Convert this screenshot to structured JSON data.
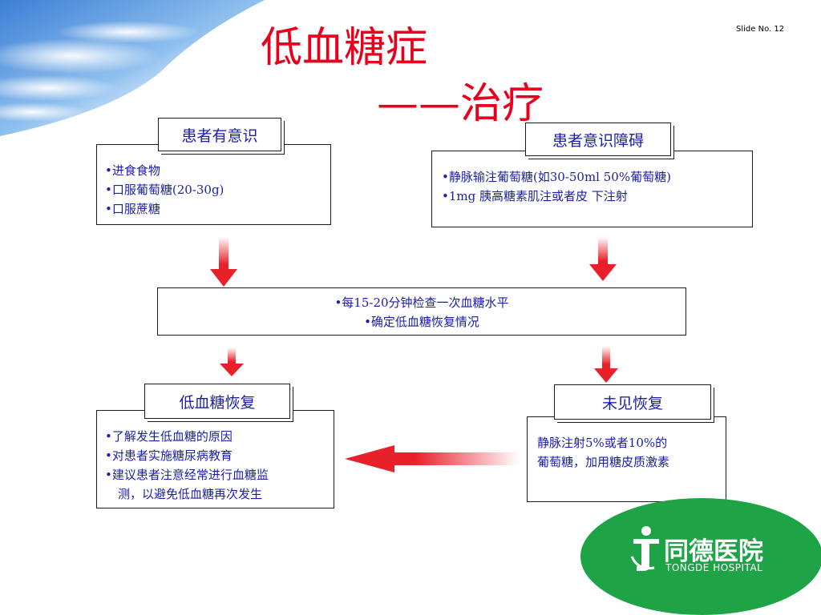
{
  "slide": {
    "number_label": "Slide No. 12",
    "title_line1": "低血糖症",
    "title_line2": "——治疗"
  },
  "conscious": {
    "label": "患者有意识",
    "items": [
      "进食食物",
      "口服葡萄糖(20-30g)",
      "口服蔗糖"
    ]
  },
  "unconscious": {
    "label": "患者意识障碍",
    "items": [
      "静脉输注葡萄糖(如30-50ml 50%葡萄糖)",
      "1mg 胰高糖素肌注或者皮 下注射"
    ]
  },
  "monitor": {
    "items": [
      "每15-20分钟检查一次血糖水平",
      "确定低血糖恢复情况"
    ]
  },
  "recovered": {
    "label": "低血糖恢复",
    "items": [
      "了解发生低血糖的原因",
      "对患者实施糖尿病教育",
      "建议患者注意经常进行血糖监",
      "测，以避免低血糖再次发生"
    ]
  },
  "not_recovered": {
    "label": "未见恢复",
    "text_line1": "静脉注射5%或者10%的",
    "text_line2": "葡萄糖，加用糖皮质激素"
  },
  "logo": {
    "name_cn": "同德医院",
    "name_en": "TONGDE HOSPITAL"
  },
  "colors": {
    "title": "#e8001c",
    "text": "#1b1ea8",
    "arrow": "#e8202a",
    "logo_green": "#1ea346"
  }
}
